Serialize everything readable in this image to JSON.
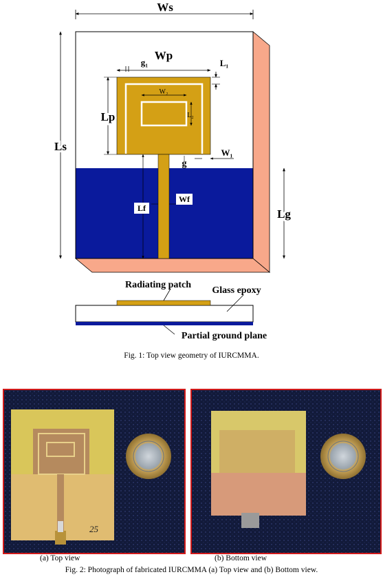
{
  "figure1": {
    "labels": {
      "Ws": "Ws",
      "Wp": "Wp",
      "g1": "g₁",
      "L1": "L₁",
      "W2": "W₂",
      "L2": "L₂",
      "Lp": "Lp",
      "Ls": "Ls",
      "g": "g",
      "W1": "W₁",
      "Lf": "Lf",
      "Wf": "Wf",
      "Lg": "Lg"
    },
    "side_labels": {
      "radiating_patch": "Radiating patch",
      "glass_epoxy": "Glass epoxy",
      "partial_ground": "Partial ground plane"
    },
    "caption": "Fig. 1: Top view geometry of IURCMMA.",
    "colors": {
      "substrate": "#ffffff",
      "substrate_side": "#f8a88a",
      "patch": "#d4a015",
      "ground": "#0a1a9c",
      "photo_border": "#d11a1a"
    }
  },
  "figure2": {
    "subcaption_a": "(a)   Top view",
    "subcaption_b": "(b) Bottom view",
    "caption": "Fig. 2: Photograph of fabricated IURCMMA (a) Top view and (b) Bottom view.",
    "handwritten": "25"
  }
}
